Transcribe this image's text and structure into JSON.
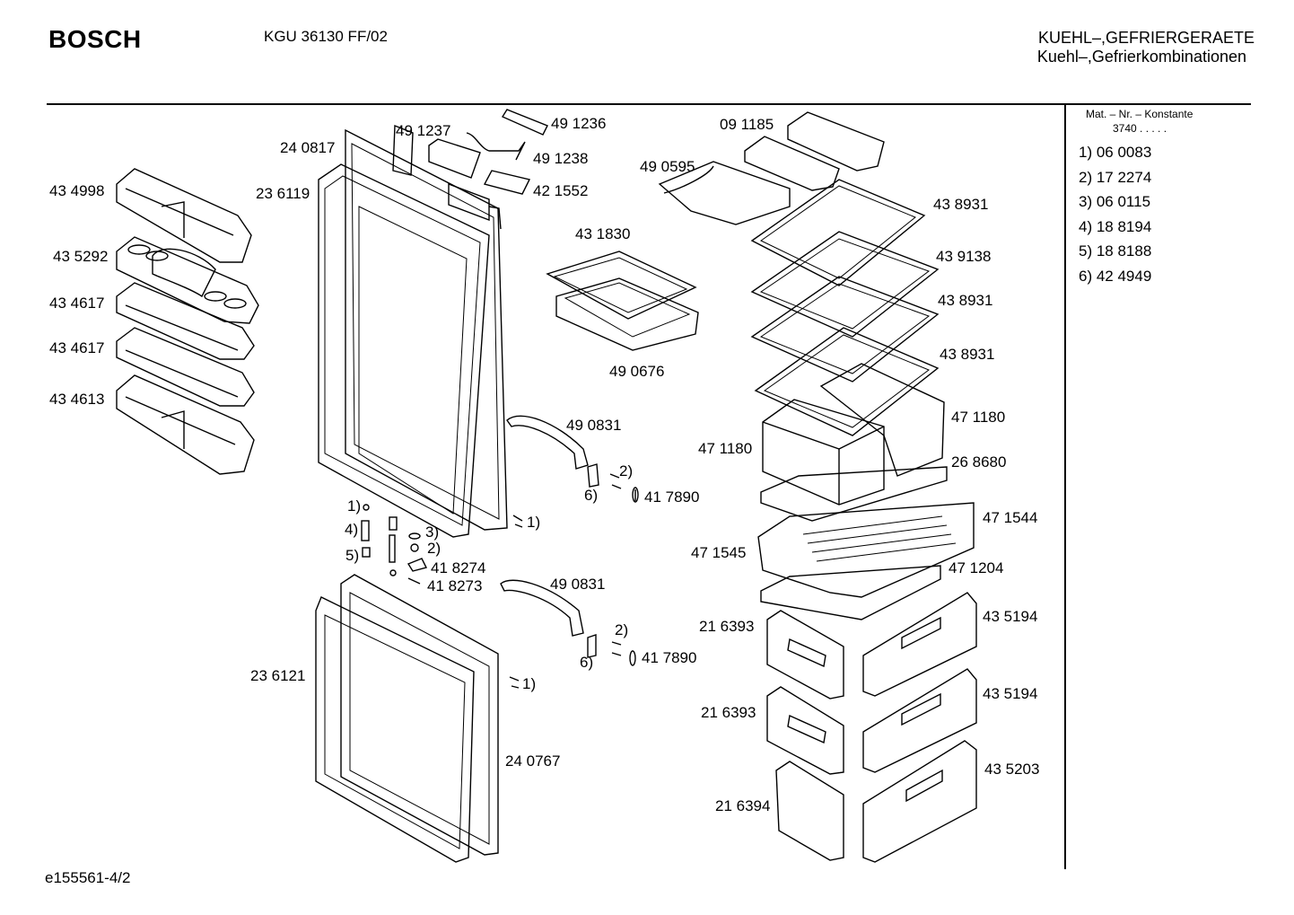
{
  "header": {
    "brand": "BOSCH",
    "model": "KGU 36130 FF/02",
    "category_line1": "KUEHL–,GEFRIERGERAETE",
    "category_line2": "Kuehl–,Gefrierkombinationen"
  },
  "sidebar": {
    "header": "Mat. – Nr. – Konstante",
    "constant": "3740  .  .  .  .  .",
    "items": [
      "1) 06 0083",
      "2) 17 2274",
      "3) 06 0115",
      "4) 18 8194",
      "5) 18 8188",
      "6) 42 4949"
    ]
  },
  "labels": {
    "l_434998": "43 4998",
    "l_435292": "43 5292",
    "l_434617a": "43 4617",
    "l_434617b": "43 4617",
    "l_434613": "43 4613",
    "l_240817": "24 0817",
    "l_236119": "23 6119",
    "l_491237": "49 1237",
    "l_491236": "49 1236",
    "l_491238": "49 1238",
    "l_421552": "42 1552",
    "l_091185": "09 1185",
    "l_490595": "49 0595",
    "l_438931a": "43 8931",
    "l_439138": "43 9138",
    "l_438931b": "43 8931",
    "l_438931c": "43 8931",
    "l_431830": "43 1830",
    "l_490676": "49 0676",
    "l_490831a": "49 0831",
    "l_471180a": "47 1180",
    "l_471180b": "47 1180",
    "l_268680": "26 8680",
    "l_2a": "2)",
    "l_6a": "6)",
    "l_417890a": "41 7890",
    "l_1a": "1)",
    "l_1b": "1)",
    "l_4": "4)",
    "l_5": "5)",
    "l_3": "3)",
    "l_2b": "2)",
    "l_418274": "41 8274",
    "l_418273": "41 8273",
    "l_471544": "47 1544",
    "l_471545": "47 1545",
    "l_490831b": "49 0831",
    "l_471204": "47 1204",
    "l_2c": "2)",
    "l_6b": "6)",
    "l_417890b": "41 7890",
    "l_1c": "1)",
    "l_216393a": "21 6393",
    "l_435194a": "43 5194",
    "l_236121": "23 6121",
    "l_216393b": "21 6393",
    "l_435194b": "43 5194",
    "l_240767": "24 0767",
    "l_435203": "43 5203",
    "l_216394": "21 6394"
  },
  "footer": {
    "doc_id": "e155561-4/2"
  }
}
